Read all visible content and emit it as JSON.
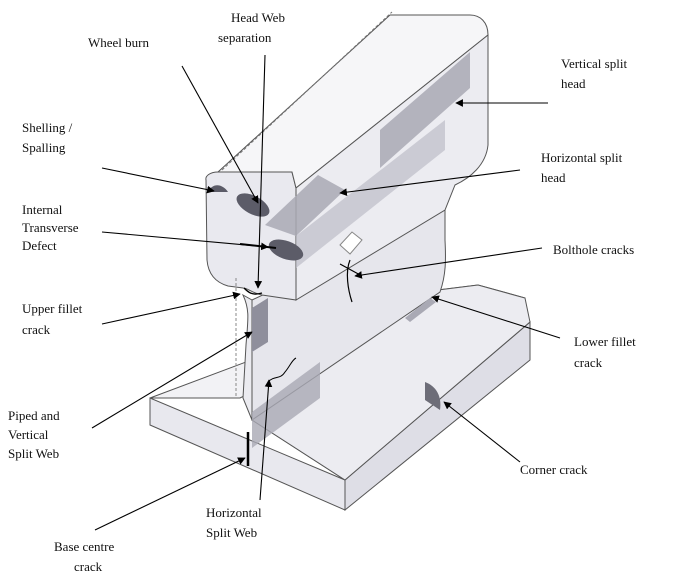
{
  "labels": {
    "head_web_separation": [
      "Head Web",
      "separation"
    ],
    "wheel_burn": [
      "Wheel burn"
    ],
    "vertical_split_head": [
      "Vertical split",
      "head"
    ],
    "shelling_spalling": [
      "Shelling /",
      "Spalling"
    ],
    "horizontal_split_head": [
      "Horizontal split",
      "head"
    ],
    "internal_transverse_defect": [
      "Internal",
      "Transverse",
      "Defect"
    ],
    "bolthole_cracks": [
      "Bolthole cracks"
    ],
    "upper_fillet_crack": [
      "Upper fillet",
      "crack"
    ],
    "lower_fillet_crack": [
      "Lower fillet",
      "crack"
    ],
    "piped_vertical_split_web": [
      "Piped and",
      "Vertical",
      "Split Web"
    ],
    "corner_crack": [
      "Corner crack"
    ],
    "horizontal_split_web": [
      "Horizontal",
      "Split Web"
    ],
    "base_centre_crack": [
      "Base centre",
      "crack"
    ]
  },
  "colors": {
    "rail_face": "#efeff3",
    "rail_top": "#f6f6f8",
    "rail_edge": "#555555",
    "defect_band": "#a9a9b4",
    "defect_dark": "#5c5c68",
    "arrow": "#000000"
  }
}
